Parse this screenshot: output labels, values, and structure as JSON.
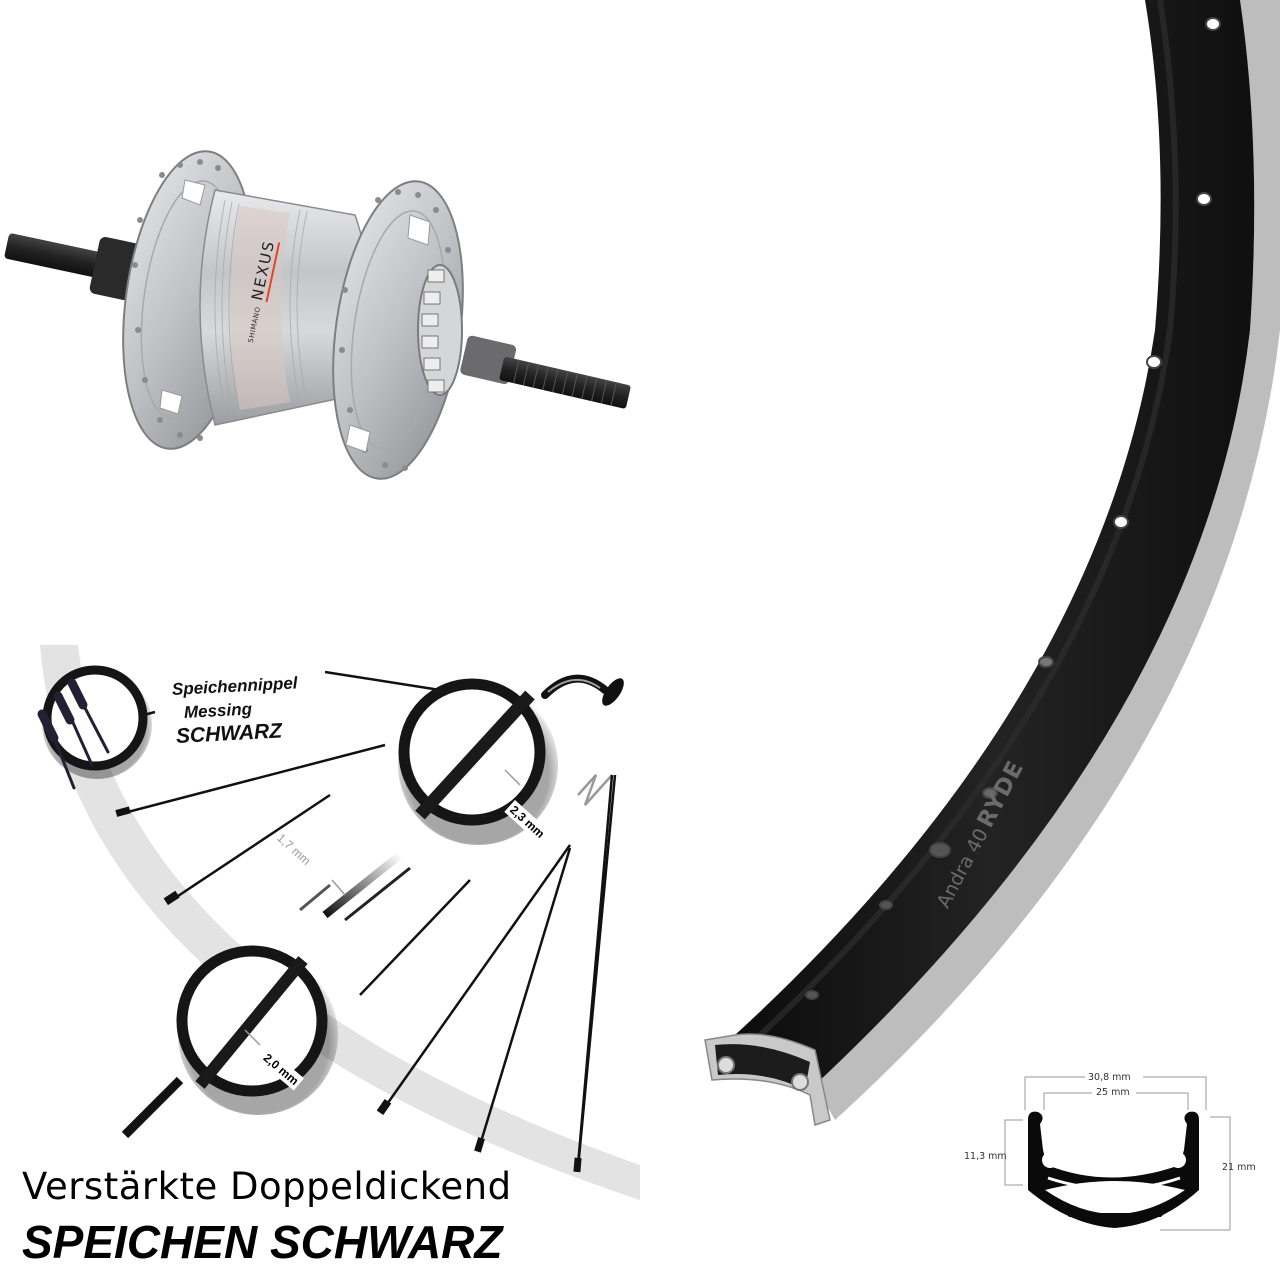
{
  "hub": {
    "brand": "SHIMANO",
    "model": "NEXUS",
    "body_color": "#c8c9cb",
    "accent_stripe_color": "#e0452d",
    "axle_color": "#1f1f1f"
  },
  "spoke_diagram": {
    "nipple_label": {
      "line1": "Speichennippel",
      "line2": "Messing",
      "line3": "SCHWARZ"
    },
    "dimensions": {
      "thick_end": "2,3 mm",
      "middle": "1,7 mm",
      "other_end": "2,0 mm"
    },
    "arc_color": "#e3e3e3",
    "spoke_color": "#111111"
  },
  "caption": {
    "line1": "Verstärkte Doppeldickend",
    "line2": "SPEICHEN SCHWARZ"
  },
  "rim": {
    "model": "Andra 40",
    "brand": "RYDE",
    "body_color": "#151515",
    "edge_color": "#b9b9b9"
  },
  "rim_profile": {
    "outer_width": "30,8 mm",
    "inner_width": "25 mm",
    "side_height": "11,3 mm",
    "total_height": "21 mm"
  }
}
